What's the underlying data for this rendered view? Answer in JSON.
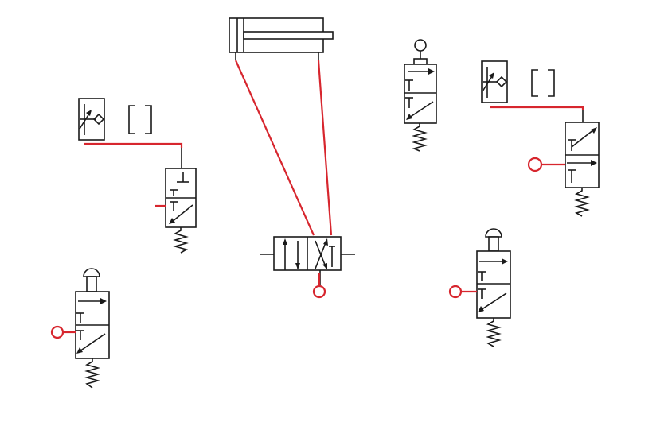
{
  "diagram": {
    "kind": "pneumatic-circuit-schematic",
    "line_color": "#d7262e",
    "symbol_color": "#1a1a1a",
    "background": "#ffffff",
    "components": [
      {
        "id": "double-acting-cylinder",
        "icon": "pneumatic-cylinder-icon"
      },
      {
        "id": "five-two-directional-valve",
        "icon": "directional-valve-icon"
      },
      {
        "id": "left-throttle-check-valve",
        "icon": "throttle-check-valve-icon"
      },
      {
        "id": "right-throttle-check-valve",
        "icon": "throttle-check-valve-icon"
      },
      {
        "id": "left-three-two-valve",
        "icon": "spring-return-valve-icon"
      },
      {
        "id": "right-three-two-valve",
        "icon": "spring-return-valve-icon"
      },
      {
        "id": "roller-lever-valve",
        "icon": "roller-lever-valve-icon"
      },
      {
        "id": "left-pushbutton-valve",
        "icon": "pushbutton-valve-icon"
      },
      {
        "id": "right-pushbutton-valve",
        "icon": "pushbutton-valve-icon"
      }
    ],
    "open_ports": 4
  }
}
